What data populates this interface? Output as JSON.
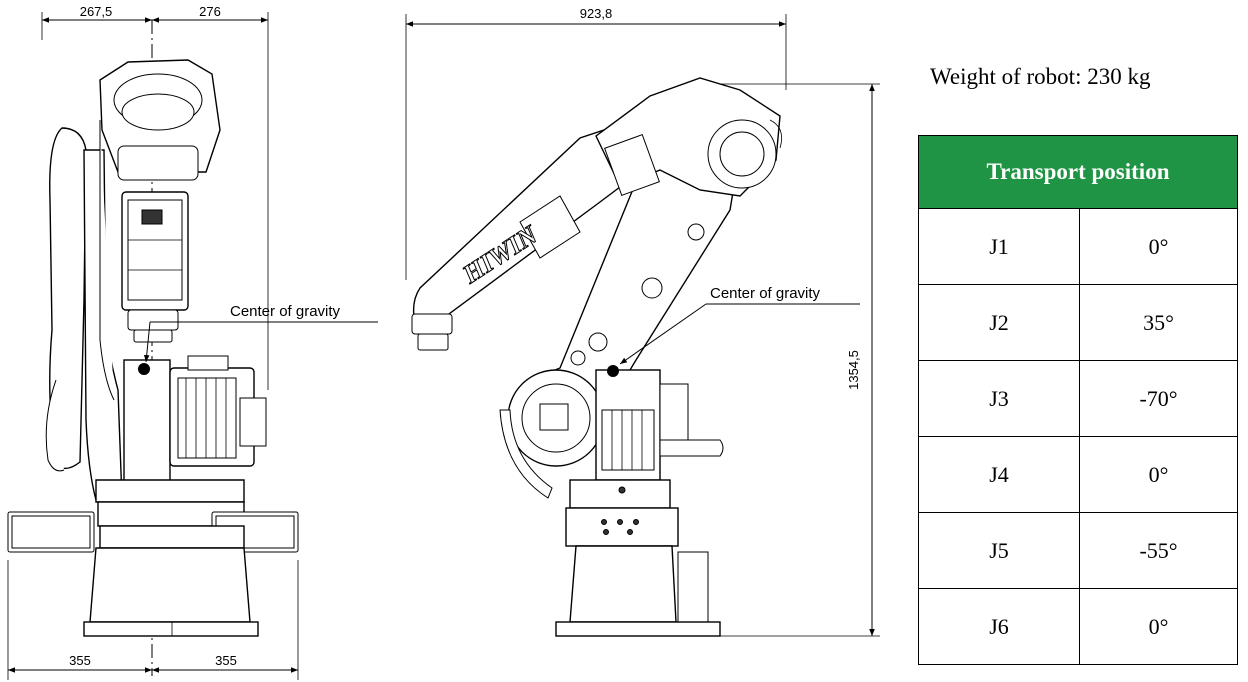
{
  "dimensions": {
    "front_top_left": "267,5",
    "front_top_right": "276",
    "front_bottom_left": "355",
    "front_bottom_right": "355",
    "side_width": "923,8",
    "side_height": "1354,5"
  },
  "labels": {
    "cog_left": "Center of gravity",
    "cog_right": "Center of gravity",
    "brand": "HIWIN"
  },
  "weight_text": "Weight of robot: 230 kg",
  "table": {
    "header": "Transport position",
    "rows": [
      {
        "joint": "J1",
        "value": "0°"
      },
      {
        "joint": "J2",
        "value": "35°"
      },
      {
        "joint": "J3",
        "value": "-70°"
      },
      {
        "joint": "J4",
        "value": "0°"
      },
      {
        "joint": "J5",
        "value": "-55°"
      },
      {
        "joint": "J6",
        "value": "0°"
      }
    ]
  },
  "colors": {
    "header_bg": "#1f9444",
    "header_text": "#ffffff"
  }
}
